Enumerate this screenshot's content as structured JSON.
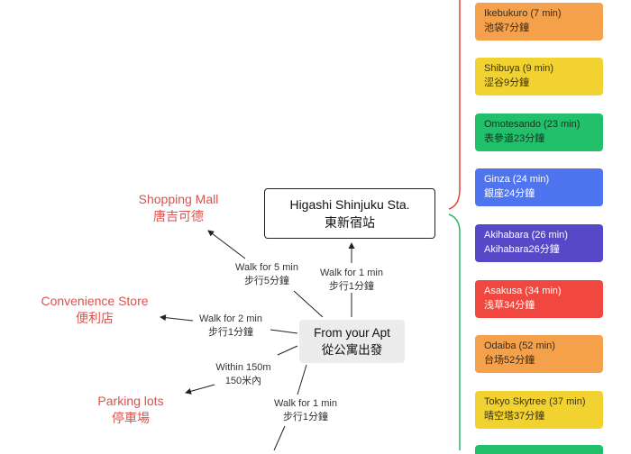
{
  "center": {
    "line1": "From your Apt",
    "line2": "從公寓出發"
  },
  "station": {
    "line1": "Higashi Shinjuku Sta.",
    "line2": "東新宿站"
  },
  "places": [
    {
      "id": "shopping-mall",
      "line1": "Shopping Mall",
      "line2": "唐吉可德"
    },
    {
      "id": "convenience-store",
      "line1": "Convenience Store",
      "line2": "便利店"
    },
    {
      "id": "parking-lots",
      "line1": "Parking lots",
      "line2": "停車場"
    }
  ],
  "edges": {
    "station": {
      "line1": "Walk for 1 min",
      "line2": "步行1分鐘"
    },
    "mall": {
      "line1": "Walk for 5 min",
      "line2": "步行5分鐘"
    },
    "store": {
      "line1": "Walk for 2 min",
      "line2": "步行1分鐘"
    },
    "parking": {
      "line1": "Within 150m",
      "line2": "150米內"
    },
    "bottom": {
      "line1": "Walk for 1 min",
      "line2": "步行1分鐘"
    }
  },
  "destinations": [
    {
      "line1": "Ikebukuro (7 min)",
      "line2": "池袋7分鐘",
      "color": "#f5a04b",
      "text_color": "#3a2a14"
    },
    {
      "line1": "Shibuya (9 min)",
      "line2": "涩谷9分鐘",
      "color": "#f2d230",
      "text_color": "#3a3312"
    },
    {
      "line1": "Omotesando (23 min)",
      "line2": "表參道23分鐘",
      "color": "#22c06b",
      "text_color": "#10361f"
    },
    {
      "line1": "Ginza (24 min)",
      "line2": "銀座24分鐘",
      "color": "#4f74f0",
      "text_color": "#ffffff"
    },
    {
      "line1": "Akihabara (26 min)",
      "line2": "Akihabara26分鐘",
      "color": "#5648c7",
      "text_color": "#ffffff"
    },
    {
      "line1": "Asakusa (34 min)",
      "line2": "浅草34分鐘",
      "color": "#f0473f",
      "text_color": "#ffffff"
    },
    {
      "line1": "Odaiba (52 min)",
      "line2": "台场52分鐘",
      "color": "#f5a04b",
      "text_color": "#3a2a14"
    },
    {
      "line1": "Tokyo Skytree (37 min)",
      "line2": "晴空塔37分鐘",
      "color": "#f2d230",
      "text_color": "#3a3312"
    }
  ],
  "colors": {
    "red_bracket": "#e0453c",
    "green_bracket": "#2fb36a",
    "place_text": "#d9534f"
  }
}
